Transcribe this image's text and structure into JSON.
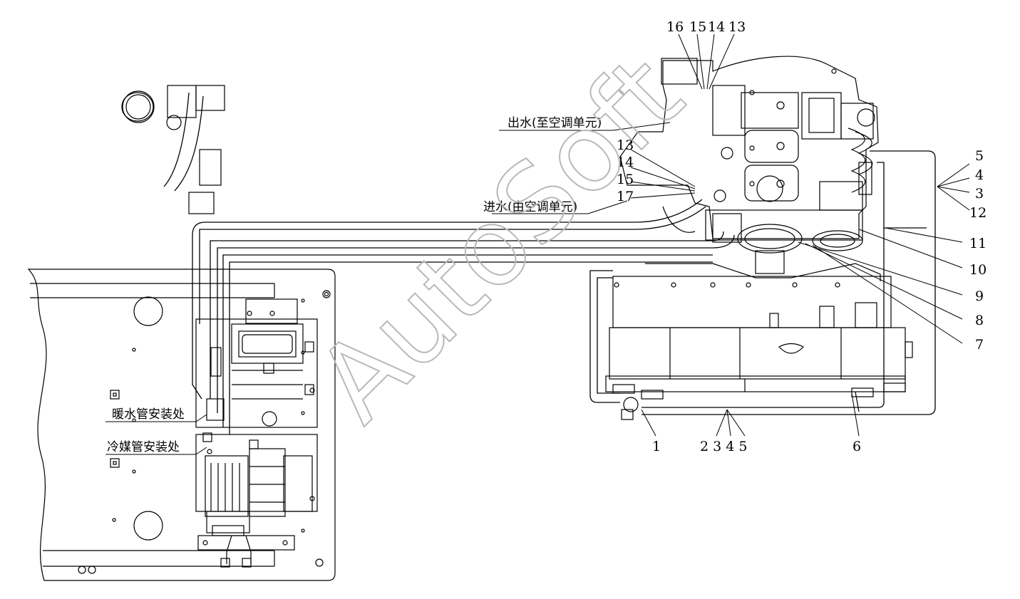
{
  "labels": {
    "water_out": "出水(至空调单元)",
    "water_in": "进水(由空调单元)",
    "heater_pipe_mount": "暖水管安装处",
    "refrigerant_pipe_mount": "冷媒管安装处"
  },
  "callouts": {
    "top": [
      "16",
      "15",
      "14",
      "13"
    ],
    "left": [
      "13",
      "14",
      "15",
      "17"
    ],
    "right": [
      "5",
      "4",
      "3",
      "12",
      "11",
      "10",
      "9",
      "8",
      "7"
    ],
    "bottom": [
      "1",
      "2 3 4 5",
      "6"
    ]
  },
  "watermark": "AutoSoft"
}
